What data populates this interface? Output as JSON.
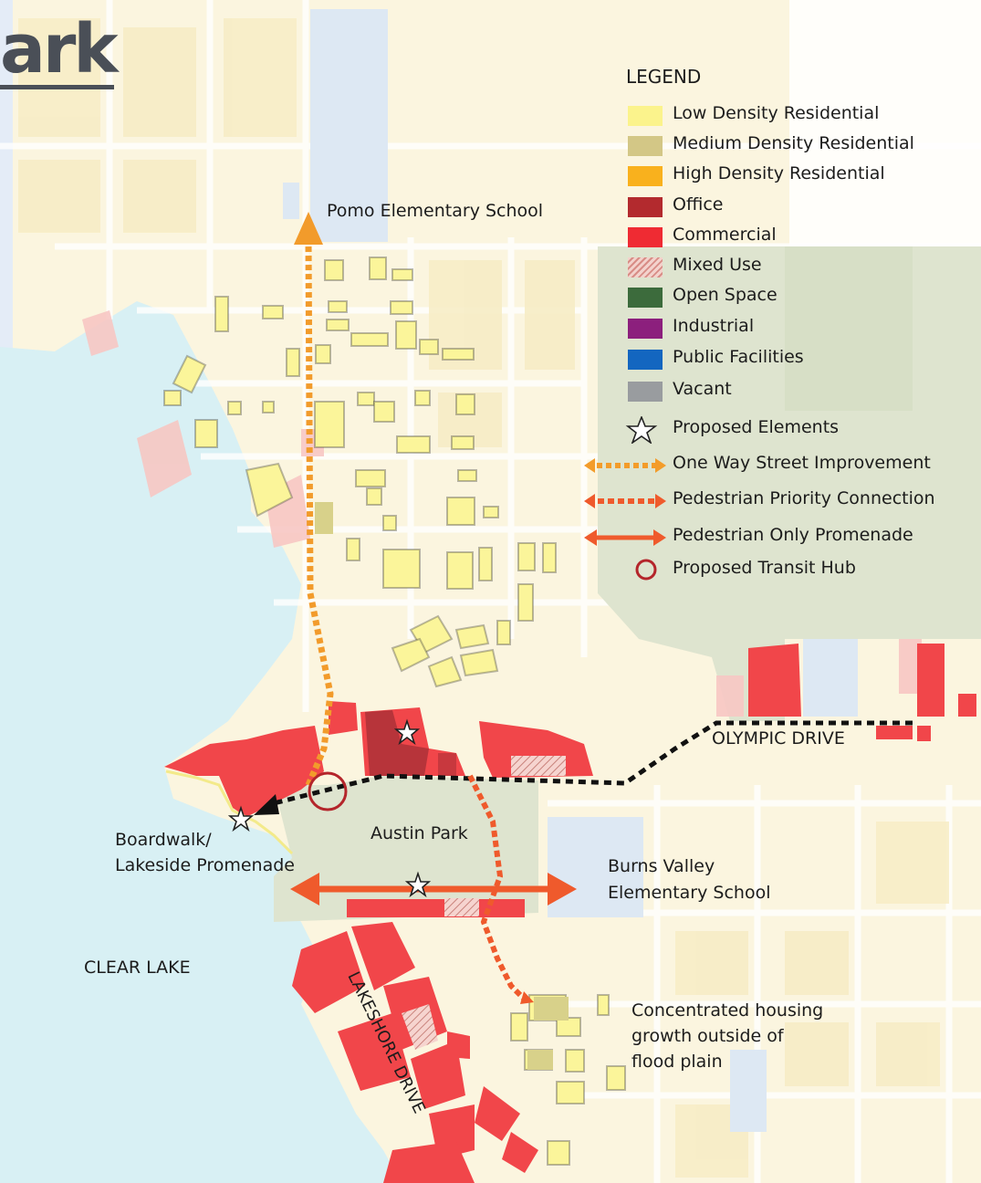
{
  "brand_fragment": "ark",
  "legend": {
    "title": "LEGEND",
    "items": [
      {
        "label": "Low Density Residential",
        "color": "#fbf38c",
        "kind": "swatch"
      },
      {
        "label": "Medium Density Residential",
        "color": "#d3c786",
        "kind": "swatch"
      },
      {
        "label": "High Density Residential",
        "color": "#f9b11d",
        "kind": "swatch"
      },
      {
        "label": "Office",
        "color": "#b32a2e",
        "kind": "swatch"
      },
      {
        "label": "Commercial",
        "color": "#ef2b33",
        "kind": "swatch"
      },
      {
        "label": "Mixed Use",
        "color": "#e7a0a0",
        "kind": "hatch"
      },
      {
        "label": "Open Space",
        "color": "#3c6b3c",
        "kind": "swatch"
      },
      {
        "label": "Industrial",
        "color": "#8c1f7d",
        "kind": "swatch"
      },
      {
        "label": "Public Facilities",
        "color": "#1366c0",
        "kind": "swatch"
      },
      {
        "label": "Vacant",
        "color": "#999c9f",
        "kind": "swatch"
      },
      {
        "label": "Proposed Elements",
        "kind": "star"
      },
      {
        "label": "One Way Street Improvement",
        "color": "#f39c2a",
        "kind": "one-way"
      },
      {
        "label": "Pedestrian Priority Connection",
        "color": "#ef5a2c",
        "kind": "ped-priority"
      },
      {
        "label": "Pedestrian Only Promenade",
        "color": "#ef5a2c",
        "kind": "ped-only"
      },
      {
        "label": "Proposed Transit Hub",
        "color": "#b4252b",
        "kind": "hub"
      }
    ]
  },
  "labels": {
    "pomo_school": "Pomo Elementary School",
    "olympic_drive": "OLYMPIC DRIVE",
    "austin_park": "Austin Park",
    "boardwalk_line1": "Boardwalk/",
    "boardwalk_line2": "Lakeside Promenade",
    "burns_line1": "Burns Valley",
    "burns_line2": "Elementary School",
    "clear_lake": "CLEAR LAKE",
    "lakeshore_drive": "LAKESHORE DRIVE",
    "housing_line1": "Concentrated housing",
    "housing_line2": "growth outside of",
    "housing_line3": "flood plain"
  },
  "colors": {
    "lake": "#d7f1f5",
    "land": "#fdf6dc",
    "park": "#dde3cd",
    "commercial": "#f2474a",
    "low_density": "#fbf59a",
    "public": "#dde8f3"
  }
}
